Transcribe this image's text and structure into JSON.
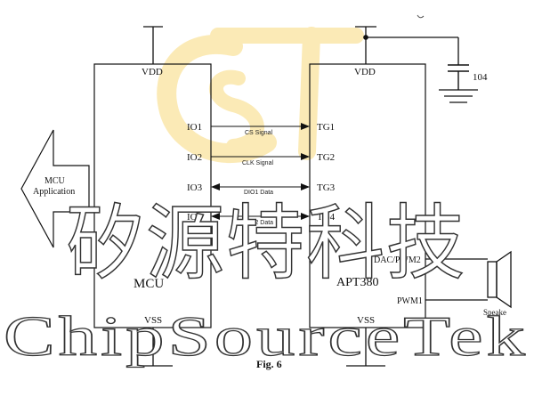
{
  "watermark": {
    "chinese": "矽源特科技",
    "english": "ChipSourceTek"
  },
  "mcu": {
    "vdd": "VDD",
    "vss": "VSS",
    "name": "MCU",
    "pins": [
      "IO1",
      "IO2",
      "IO3",
      "IO4"
    ]
  },
  "apt": {
    "vdd": "VDD",
    "vss": "VSS",
    "name": "APT380",
    "pins": [
      "TG1",
      "TG2",
      "TG3",
      "TG4"
    ],
    "pwm_pins": [
      "DAC/PWM2",
      "PWM1"
    ]
  },
  "signals": [
    "CS Signal",
    "CLK Signal",
    "DIO1 Data",
    "DIO2 Data"
  ],
  "app_arrow": {
    "line1": "MCU",
    "line2": "Application"
  },
  "capacitor_label": "104",
  "speaker_label": "Speake",
  "figure_caption": "Fig. 6",
  "colors": {
    "logo": "#f4c430",
    "line": "#111111"
  }
}
